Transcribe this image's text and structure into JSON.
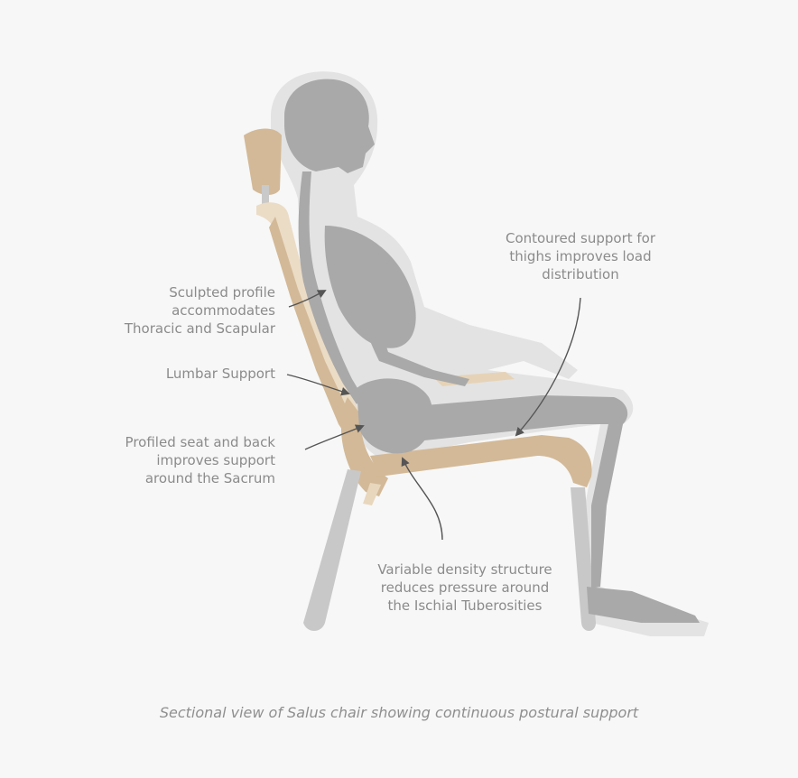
{
  "annotations": {
    "thighs": "Contoured support for\nthighs improves load\ndistribution",
    "thoracic": "Sculpted profile\naccommodates\nThoracic and Scapular",
    "lumbar": "Lumbar Support",
    "sacrum": "Profiled seat and back\nimproves support\naround the Sacrum",
    "ischial": "Variable density structure\nreduces pressure around\nthe Ischial Tuberosities"
  },
  "caption": "Sectional view of Salus chair showing continuous postural support",
  "colors": {
    "background": "#f7f7f7",
    "text": "#8b8b8b",
    "skeleton": "#a9a9a9",
    "silhouette": "#e3e3e3",
    "chair_wood": "#d3b997",
    "chair_light": "#ebdcc6",
    "legs": "#c8c8c8",
    "arrow": "#555555"
  }
}
